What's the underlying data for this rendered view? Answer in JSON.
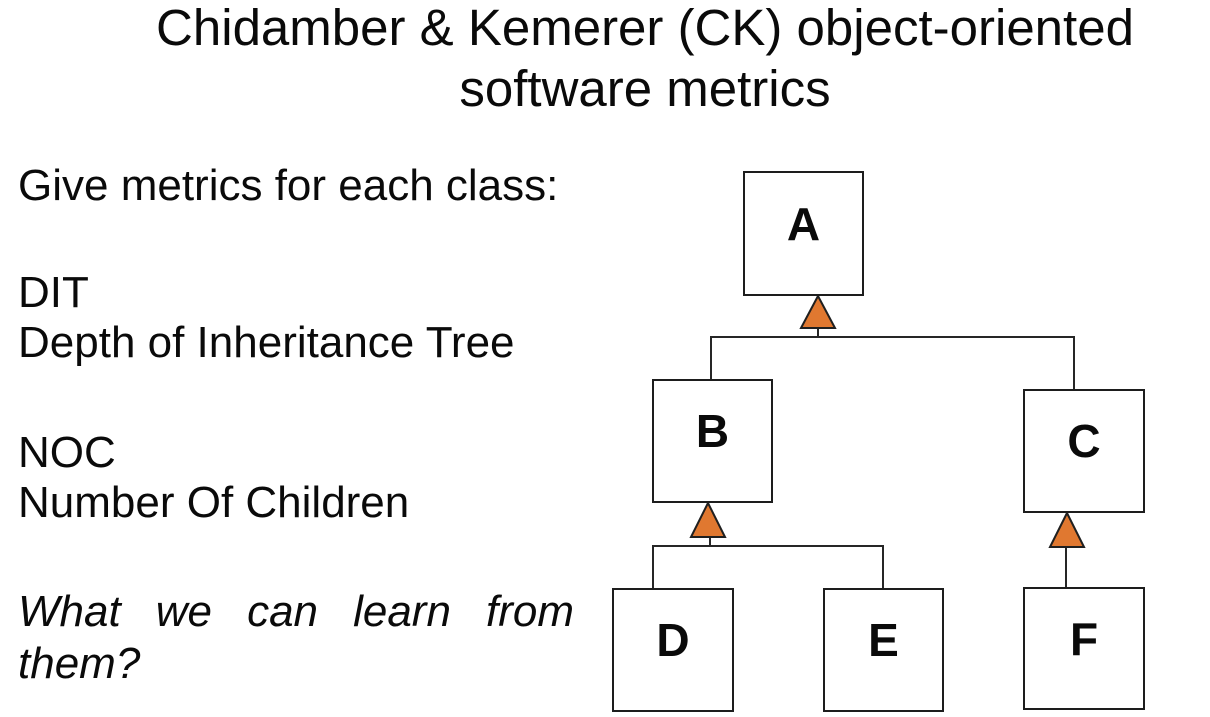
{
  "title": {
    "line1": "Chidamber & Kemerer (CK) object-oriented",
    "line2": "software metrics"
  },
  "left_panel": {
    "intro": "Give metrics for each class:",
    "metrics": [
      {
        "abbr": "DIT",
        "name": "Depth of Inheritance Tree"
      },
      {
        "abbr": "NOC",
        "name": "Number Of Children"
      }
    ],
    "question": "What we can learn from them?"
  },
  "diagram": {
    "nodes": [
      {
        "id": "A",
        "label": "A"
      },
      {
        "id": "B",
        "label": "B"
      },
      {
        "id": "C",
        "label": "C"
      },
      {
        "id": "D",
        "label": "D"
      },
      {
        "id": "E",
        "label": "E"
      },
      {
        "id": "F",
        "label": "F"
      }
    ],
    "edges": [
      {
        "child": "B",
        "parent": "A"
      },
      {
        "child": "C",
        "parent": "A"
      },
      {
        "child": "D",
        "parent": "B"
      },
      {
        "child": "E",
        "parent": "B"
      },
      {
        "child": "F",
        "parent": "C"
      }
    ],
    "arrow_color": "#E07830",
    "line_color": "#262626"
  }
}
